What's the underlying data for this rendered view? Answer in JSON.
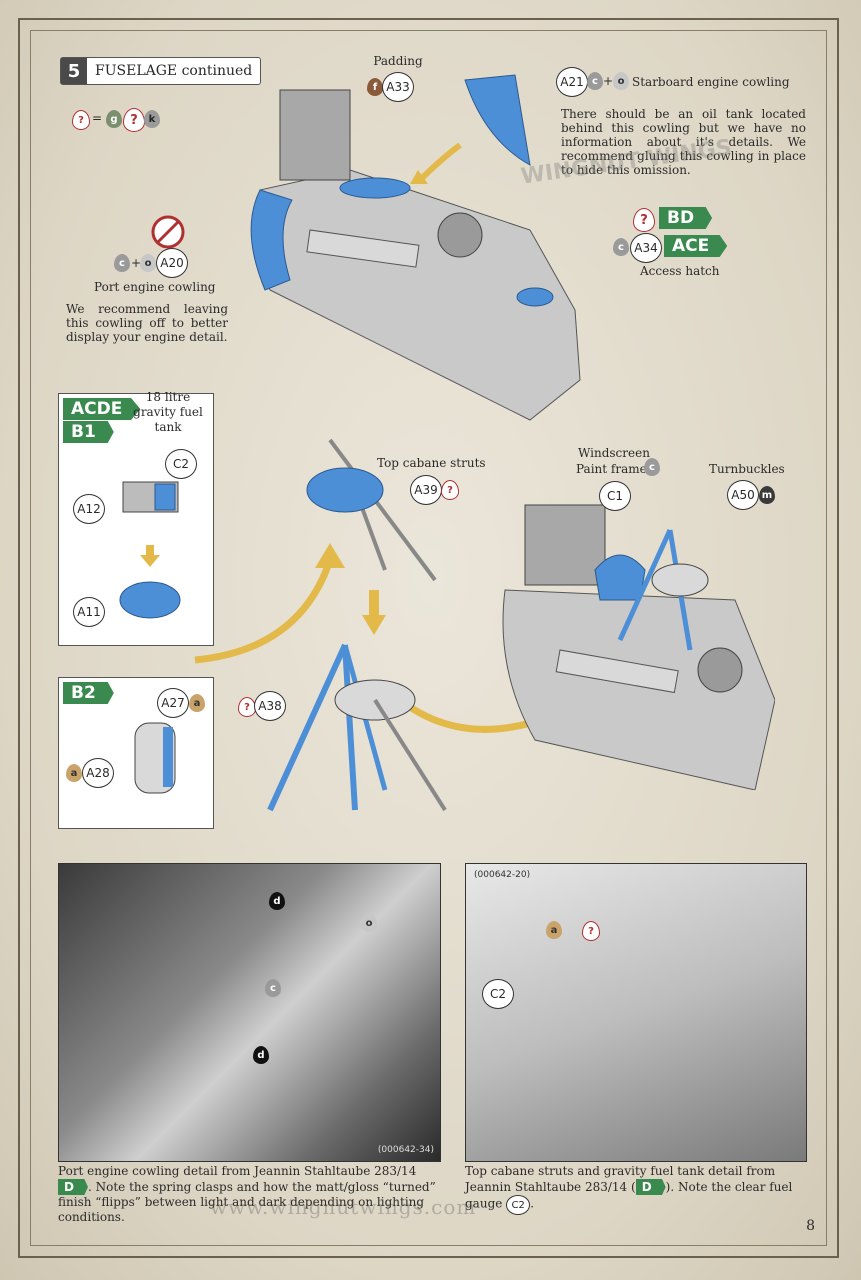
{
  "section": {
    "number": "5",
    "title": "FUSELAGE continued"
  },
  "legend": {
    "q": "?",
    "eq": "=",
    "g": "g",
    "q2": "?",
    "k": "k"
  },
  "callouts": {
    "a33": "A33",
    "a21": "A21",
    "a20": "A20",
    "a34": "A34",
    "c2": "C2",
    "a12": "A12",
    "a11": "A11",
    "a39": "A39",
    "c1": "C1",
    "a50": "A50",
    "a27": "A27",
    "a28": "A28",
    "a38": "A38",
    "photo2_c2": "C2"
  },
  "drops": {
    "f": "f",
    "c": "c",
    "o": "o",
    "a": "a",
    "m": "m",
    "d": "d",
    "q": "?"
  },
  "labels": {
    "padding": "Padding",
    "starboard_cowling": "Starboard engine cowling",
    "starboard_note": "There should be an oil tank located behind this cowling but we have no information about it's details. We recommend gluing this cowling in place to hide this omission.",
    "port_cowling": "Port engine cowling",
    "port_note": "We recommend leaving this cowling off to better display your engine detail.",
    "access_hatch": "Access hatch",
    "plus": "+",
    "tank_label": "18 litre gravity fuel tank",
    "top_cabane": "Top cabane struts",
    "windscreen": "Windscreen",
    "paint_frame": "Paint frame",
    "turnbuckles": "Turnbuckles"
  },
  "tags": {
    "bd": "BD",
    "ace": "ACE",
    "acde": "ACDE",
    "b1": "B1",
    "b2": "B2",
    "d": "D"
  },
  "watermark": "WINGNUT WINGS",
  "photos": {
    "left_ref": "(000642-34)",
    "right_ref": "(000642-20)"
  },
  "captions": {
    "left_1": "Port engine cowling detail from Jeannin Stahltaube 283/14",
    "left_2": "Note the spring clasps and how the matt/gloss “turned” finish “flipps” between light and dark depending on lighting conditions.",
    "right_1": "Top cabane struts and gravity fuel tank detail from Jeannin Stahltaube 283/14 (",
    "right_2": "). Note the clear fuel gauge"
  },
  "website": "www.wingnutwings.com",
  "page_number": "8",
  "colors": {
    "blue": "#4d8fd6",
    "green": "#3a8a4f",
    "arrow": "#e3b94a",
    "grey": "#bfbfbf"
  }
}
